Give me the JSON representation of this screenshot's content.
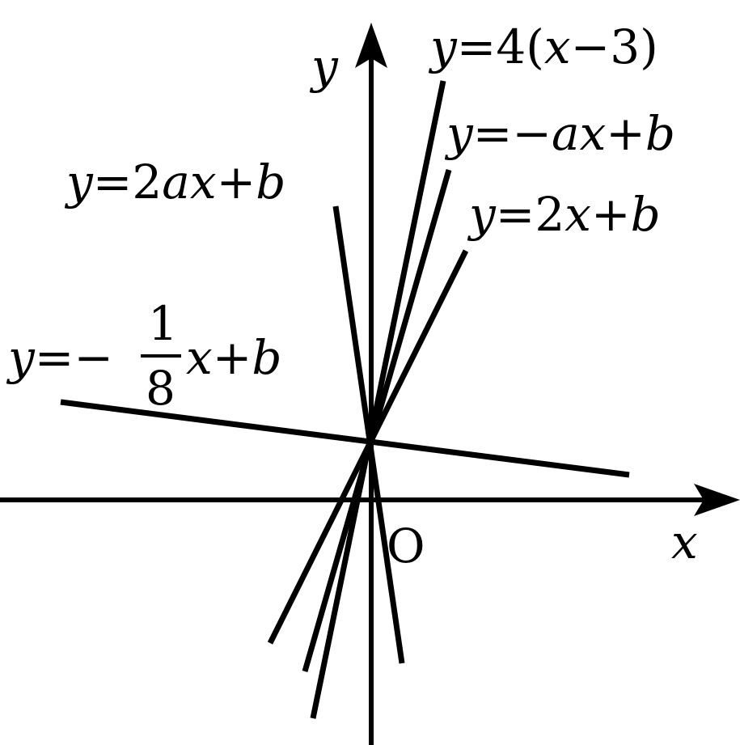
{
  "axes": {
    "x_label": "x",
    "y_label": "y",
    "origin_label": "O"
  },
  "lines": [
    {
      "id": "line-4x-minus-3",
      "label": [
        {
          "t": "y",
          "i": true
        },
        {
          "t": "=4(",
          "i": false
        },
        {
          "t": "x",
          "i": true
        },
        {
          "t": "−3)",
          "i": false
        }
      ]
    },
    {
      "id": "line-neg-ax-plus-b",
      "label": [
        {
          "t": "y",
          "i": true
        },
        {
          "t": "=−",
          "i": false
        },
        {
          "t": "ax",
          "i": true
        },
        {
          "t": "+",
          "i": false
        },
        {
          "t": "b",
          "i": true
        }
      ]
    },
    {
      "id": "line-2x-plus-b",
      "label": [
        {
          "t": "y",
          "i": true
        },
        {
          "t": "=2",
          "i": false
        },
        {
          "t": "x",
          "i": true
        },
        {
          "t": "+",
          "i": false
        },
        {
          "t": "b",
          "i": true
        }
      ]
    },
    {
      "id": "line-2ax-plus-b",
      "label": [
        {
          "t": "y",
          "i": true
        },
        {
          "t": "=2",
          "i": false
        },
        {
          "t": "ax",
          "i": true
        },
        {
          "t": "+",
          "i": false
        },
        {
          "t": "b",
          "i": true
        }
      ]
    },
    {
      "id": "line-neg-eighth-x-plus-b",
      "label_prefix": [
        {
          "t": "y",
          "i": true
        },
        {
          "t": "=−",
          "i": false
        }
      ],
      "fraction": {
        "num": "1",
        "den": "8"
      },
      "label_suffix": [
        {
          "t": "x",
          "i": true
        },
        {
          "t": "+",
          "i": false
        },
        {
          "t": "b",
          "i": true
        }
      ]
    }
  ]
}
